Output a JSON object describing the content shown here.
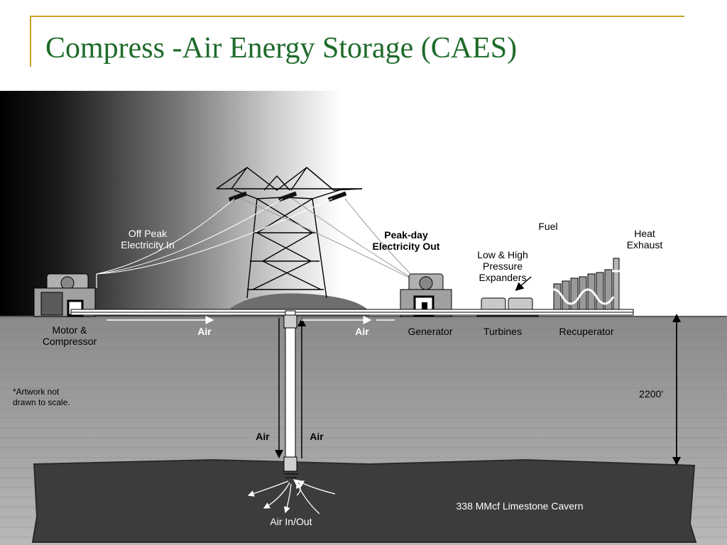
{
  "slide": {
    "title": "Compress -Air Energy Storage (CAES)"
  },
  "colors": {
    "title": "#1e6b2a",
    "rule": "#c9a227"
  },
  "labels": {
    "off_peak": [
      "Off Peak",
      "Electricity In"
    ],
    "peak_day": [
      "Peak-day",
      "Electricity Out"
    ],
    "fuel": "Fuel",
    "low_high": [
      "Low & High",
      "Pressure",
      "Expanders"
    ],
    "heat_exhaust": [
      "Heat",
      "Exhaust"
    ],
    "motor": [
      "Motor &",
      "Compressor"
    ],
    "air": "Air",
    "generator": "Generator",
    "turbines": "Turbines",
    "recuperator": "Recuperator",
    "artwork": [
      "*Artwork not",
      "drawn to scale."
    ],
    "depth": "2200'",
    "cavern": "338 MMcf Limestone Cavern",
    "air_inout": "Air In/Out"
  }
}
